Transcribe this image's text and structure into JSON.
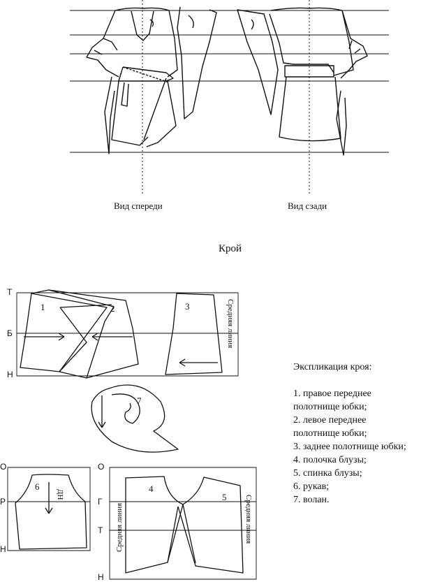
{
  "views": {
    "front_label": "Вид спереди",
    "back_label": "Вид сзади"
  },
  "section_title": "Крой",
  "pattern_a": {
    "row_labels": [
      "Т",
      "Б",
      "Н"
    ],
    "pieces": [
      "1",
      "2",
      "3"
    ],
    "centerline": "Средняя линия"
  },
  "ruffle": {
    "number": "7"
  },
  "pattern_b": {
    "row_labels": [
      "О",
      "Р",
      "Н"
    ],
    "piece": "6",
    "grain": "ДН"
  },
  "pattern_c": {
    "row_labels": [
      "О",
      "Г",
      "Т",
      "Н"
    ],
    "pieces": [
      "4",
      "5"
    ],
    "centerline_left": "Средняя линия",
    "centerline_right": "Средняя линия"
  },
  "legend": {
    "title": "Экспликация кроя:",
    "items": [
      "1. правое переднее",
      "полотнище юбки;",
      "2. левое переднее",
      "полотнище юбки;",
      "3. заднее полотнище юбки;",
      "4. полочка блузы;",
      "5. спинка блузы;",
      "6. рукав;",
      "7. волан."
    ]
  }
}
